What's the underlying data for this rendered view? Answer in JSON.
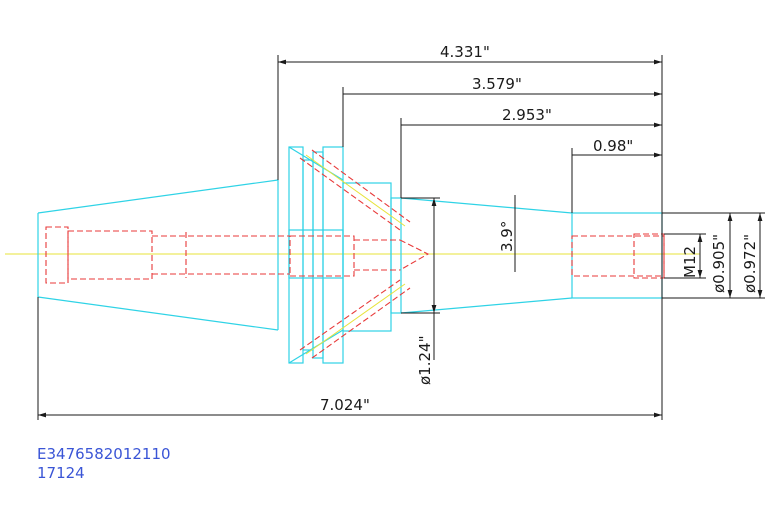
{
  "dimensions": {
    "overall_length": "7.024\"",
    "dim_4331": "4.331\"",
    "dim_3579": "3.579\"",
    "dim_2953": "2.953\"",
    "dim_098": "0.98\"",
    "angle": "3.9°",
    "dia_124": "ø1.24\"",
    "thread": "M12",
    "dia_0905": "ø0.905\"",
    "dia_0972": "ø0.972\""
  },
  "notes": {
    "part_number": "E3476582012110",
    "code": "17124"
  },
  "colors": {
    "outline": "#2fd3e6",
    "hidden": "#e83a3a",
    "centerline": "#e7e33a",
    "dimension": "#1a1a1a",
    "note_text": "#3a55d6"
  }
}
